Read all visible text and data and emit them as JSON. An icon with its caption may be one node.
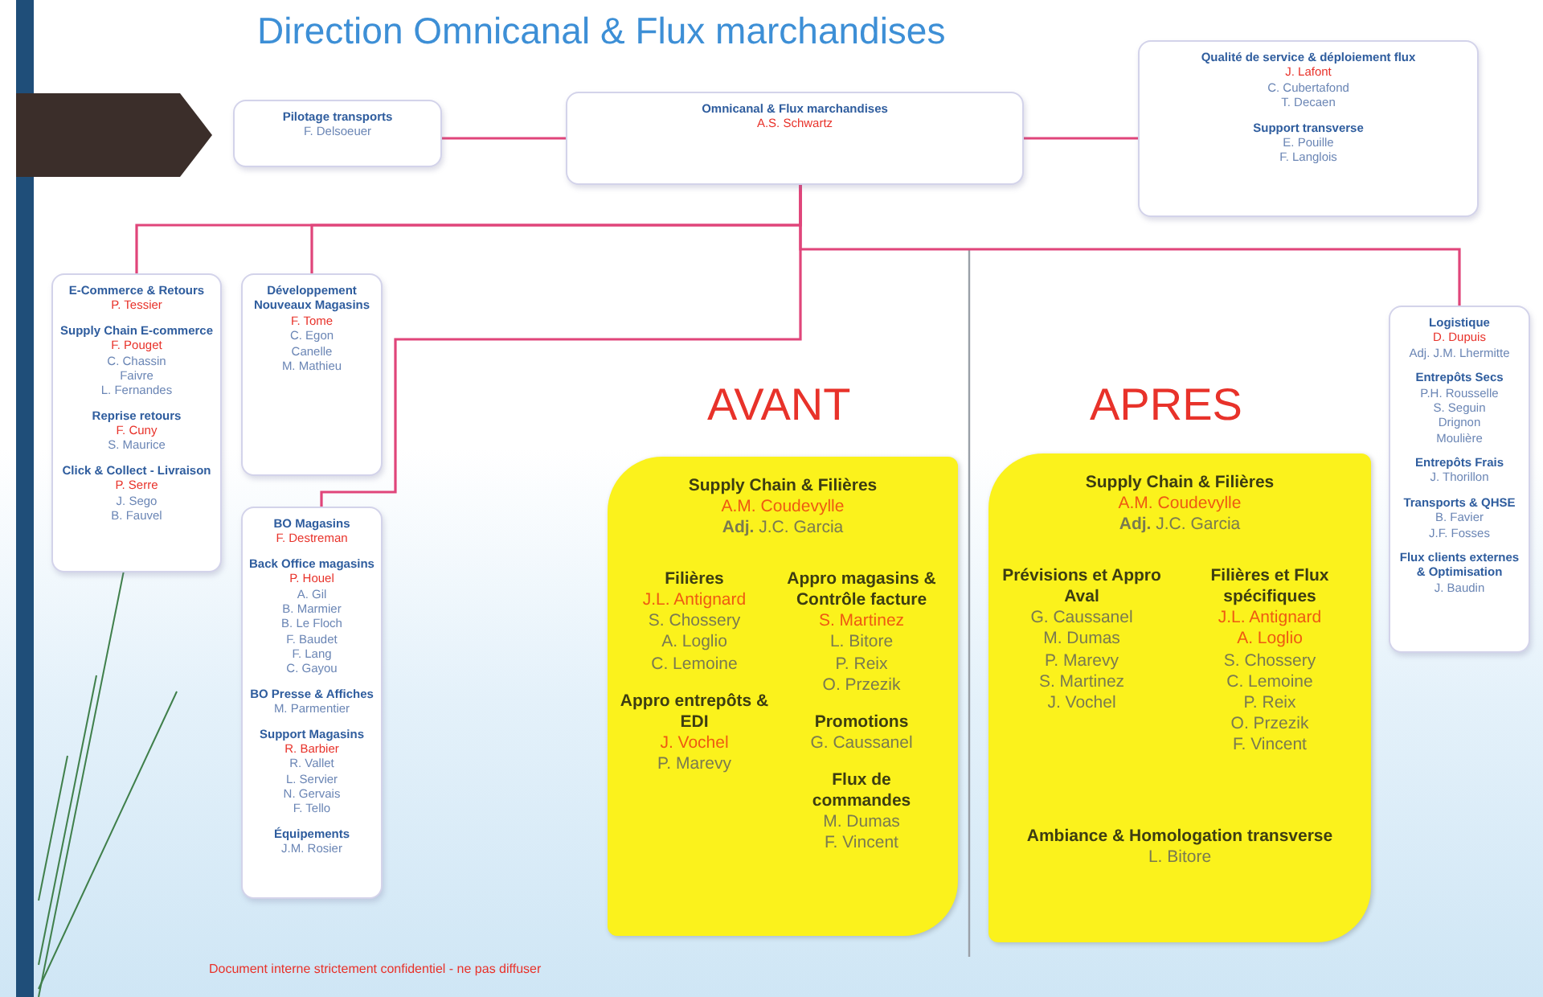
{
  "diagram": {
    "title": "Direction Omnicanal & Flux marchandises",
    "nodes": [
      {
        "text": [
          "Pilotage transports",
          "F. Delsoeuer"
        ]
      },
      {
        "text": [
          "Omnicanal & Flux marchandises",
          "A.S. Schwartz"
        ]
      },
      {
        "text": [
          "Qualité de service & déploiement flux",
          "J. Lafont",
          "C. Cubertafond",
          "T. Decaen",
          "Support transverse",
          "E. Pouille",
          "F. Langlois"
        ]
      },
      {
        "text": [
          "E-Commerce & Retours",
          "P. Tessier",
          "Supply Chain E-commerce",
          "F. Pouget",
          "C. Chassin",
          "Faivre",
          "L. Fernandes",
          "Reprise retours",
          "F. Cuny",
          "S. Maurice",
          "Click & Collect - Livraison",
          "P. Serre",
          "J. Sego",
          "B. Fauvel"
        ]
      },
      {
        "text": [
          "Développement Nouveaux Magasins",
          "F. Tome",
          "C. Egon",
          "Canelle",
          "M. Mathieu"
        ]
      },
      {
        "text": [
          "BO Magasins",
          "F. Destreman",
          "Back Office magasins",
          "P. Houel",
          "A. Gil",
          "B. Marmier",
          "B. Le Floch",
          "F. Baudet",
          "F. Lang",
          "C. Gayou",
          "BO Presse & Affiches",
          "M. Parmentier",
          "Support Magasins",
          "R. Barbier",
          "R. Vallet",
          "L. Servier",
          "N. Gervais",
          "F. Tello",
          "Équipements",
          "J.M. Rosier"
        ]
      },
      {
        "text": [
          "Logistique",
          "D. Dupuis",
          "Adj. J.M. Lhermitte",
          "Entrepôts Secs",
          "P.H. Rousselle",
          "S. Seguin",
          "Drignon",
          "Moulière",
          "Entrepôts Frais",
          "J. Thorillon",
          "Transports & QHSE",
          "B. Favier",
          "J.F. Fosses",
          "Flux clients externes & Optimisation",
          "J. Baudin"
        ]
      },
      {
        "text": [
          "Supply Chain & Filières",
          "A.M. Coudevylle",
          "**Adj.** J.C. Garcia",
          "Filières",
          "J.L. Antignard",
          "S. Chossery",
          "A. Loglio",
          "C. Lemoine",
          "Appro entrepôts & EDI",
          "J. Vochel",
          "P. Marevy",
          "Appro magasins & Contrôle facture",
          "S. Martinez",
          "L. Bitore",
          "P. Reix",
          "O. Przezik",
          "Promotions",
          "G. Caussanel",
          "Flux de commandes",
          "M. Dumas",
          "F. Vincent"
        ]
      },
      {
        "text": [
          "Supply Chain & Filières",
          "A.M. Coudevylle",
          "**Adj.** J.C. Garcia",
          "Prévisions et Appro Aval",
          "G. Caussanel",
          "M. Dumas",
          "P. Marevy",
          "S. Martinez",
          "J. Vochel",
          "Filières et Flux spécifiques",
          "J.L. Antignard",
          "A. Loglio",
          "S. Chossery",
          "C. Lemoine",
          "P. Reix",
          "O. Przezik",
          "F. Vincent",
          "Ambiance & Homologation transverse",
          "L. Bitore"
        ]
      }
    ],
    "edges": [
      {
        "from": 1,
        "to": 0,
        "arrow": "none"
      },
      {
        "from": 1,
        "to": 2,
        "arrow": "none"
      },
      {
        "from": 1,
        "to": 3,
        "arrow": "none"
      },
      {
        "from": 1,
        "to": 4,
        "arrow": "none"
      },
      {
        "from": 1,
        "to": 6,
        "arrow": "none"
      },
      {
        "from": 1,
        "to": 5,
        "arrow": "none"
      }
    ],
    "labels": [
      "AVANT",
      "APRES",
      "Document interne strictement confidentiel - ne pas diffuser"
    ]
  }
}
